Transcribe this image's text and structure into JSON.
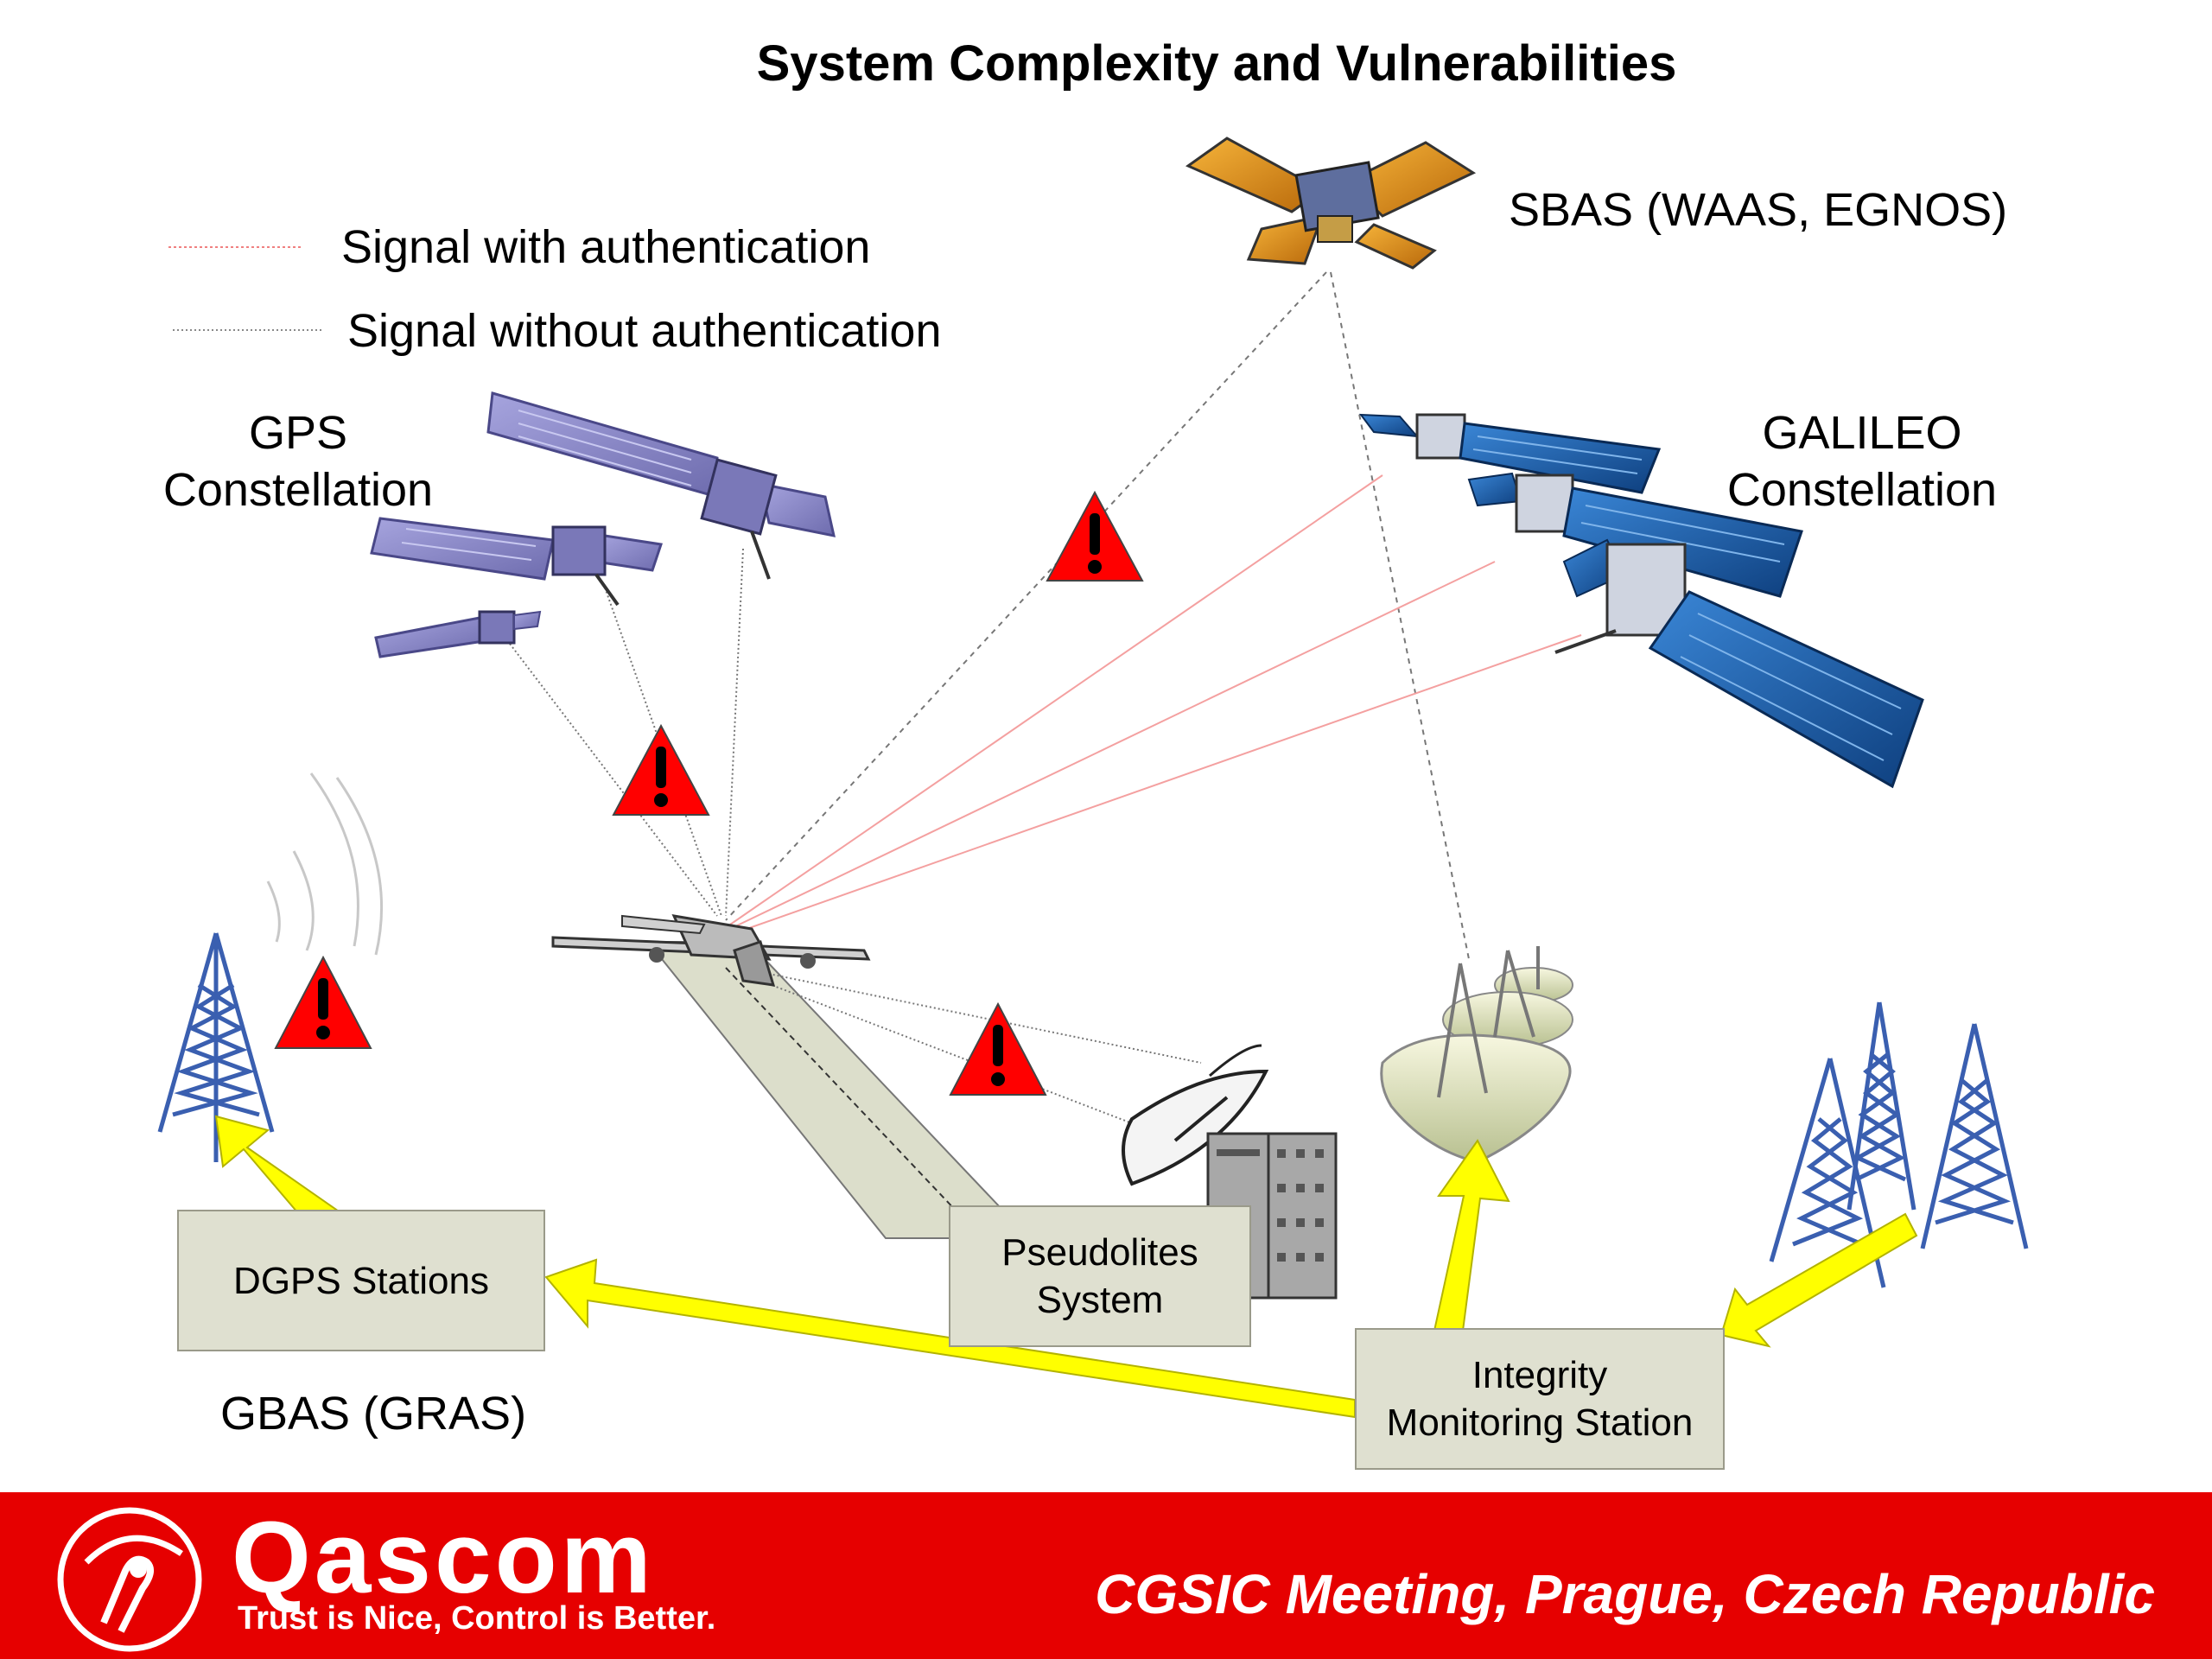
{
  "title": "System Complexity and Vulnerabilities",
  "legend": {
    "with_auth": "Signal with authentication",
    "without_auth": "Signal without authentication"
  },
  "labels": {
    "sbas": "SBAS (WAAS, EGNOS)",
    "gps_line1": "GPS",
    "gps_line2": "Constellation",
    "galileo_line1": "GALILEO",
    "galileo_line2": "Constellation",
    "gbas": "GBAS (GRAS)"
  },
  "boxes": {
    "dgps": "DGPS Stations",
    "pseudolites_line1": "Pseudolites",
    "pseudolites_line2": "System",
    "integrity_line1": "Integrity",
    "integrity_line2": "Monitoring Station"
  },
  "footer": {
    "brand": "Qascom",
    "tagline": "Trust is Nice, Control is Better.",
    "meeting": "CGSIC Meeting, Prague, Czech Republic"
  },
  "colors": {
    "footer_red": "#e60000",
    "arrow_yellow": "#ffff00",
    "warning_red": "#ff0000",
    "gps_panel": "#8a88c8",
    "galileo_panel": "#1f5ea8",
    "sbas_panel": "#e08a10",
    "tower_blue": "#3a5fb0",
    "box_fill": "#dfe0d0"
  }
}
